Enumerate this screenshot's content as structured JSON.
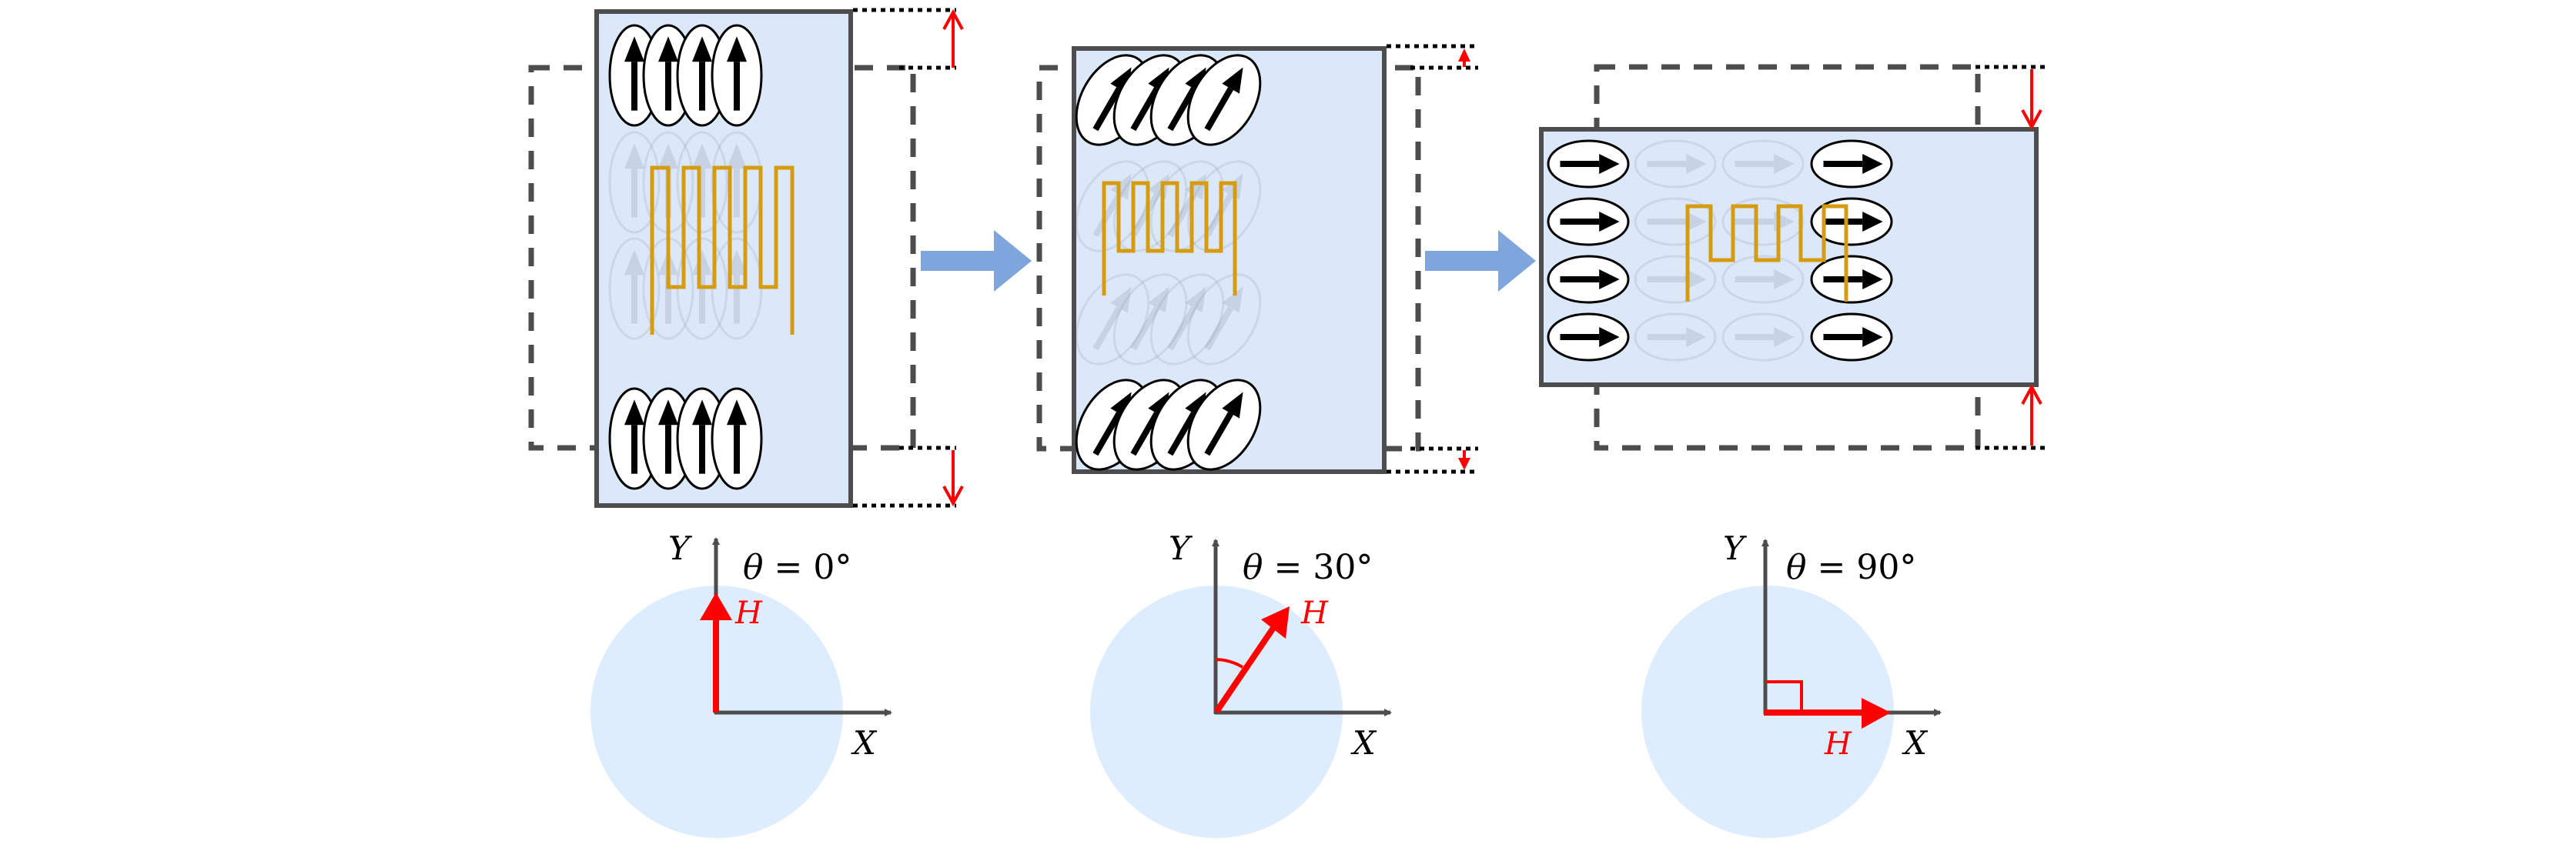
{
  "figure": {
    "description": "Magnetic domain alignment and strain gauge under rotating field H",
    "colors": {
      "sample_fill": "#dae8fa",
      "sample_border": "#4d4d4d",
      "dashed_outline": "#4d4d4d",
      "serpentine": "#d69c10",
      "transition_arrow": "#7ea6dc",
      "field_arrow": "#ff0000",
      "axis": "#4d4d4d",
      "disc_fill": "#deedfd",
      "domain_fill": "#ffffff",
      "domain_arrow": "#000000"
    },
    "panels": [
      {
        "id": "theta-0",
        "theta_deg": 0,
        "theta_label_prefix": "θ = ",
        "theta_label_value": "0°",
        "x_axis_label": "X",
        "y_axis_label": "Y",
        "field_label": "H",
        "sample_deformation": "elongated along Y",
        "domain_orientation_deg": 0,
        "strain_indicator": "expansion"
      },
      {
        "id": "theta-30",
        "theta_deg": 30,
        "theta_label_prefix": "θ = ",
        "theta_label_value": "30°",
        "x_axis_label": "X",
        "y_axis_label": "Y",
        "field_label": "H",
        "sample_deformation": "slightly elongated along Y",
        "domain_orientation_deg": 30,
        "strain_indicator": "small expansion"
      },
      {
        "id": "theta-90",
        "theta_deg": 90,
        "theta_label_prefix": "θ = ",
        "theta_label_value": "90°",
        "x_axis_label": "X",
        "y_axis_label": "Y",
        "field_label": "H",
        "sample_deformation": "contracted along Y, elongated along X",
        "domain_orientation_deg": 90,
        "strain_indicator": "contraction"
      }
    ]
  }
}
